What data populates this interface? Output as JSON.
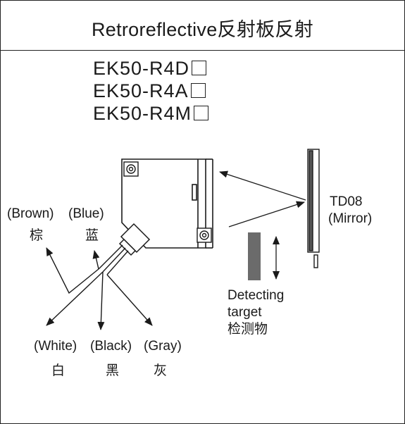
{
  "title": "Retroreflective反射板反射",
  "models": [
    "EK50-R4D",
    "EK50-R4A",
    "EK50-R4M"
  ],
  "wires": {
    "brown_en": "(Brown)",
    "blue_en": "(Blue)",
    "brown_cn": "棕",
    "blue_cn": "蓝",
    "white_en": "(White)",
    "black_en": "(Black)",
    "gray_en": "(Gray)",
    "white_cn": "白",
    "black_cn": "黑",
    "gray_cn": "灰"
  },
  "reflector": {
    "model": "TD08",
    "desc": "(Mirror)"
  },
  "target": {
    "line1": "Detecting",
    "line2": "target",
    "cn": "检测物"
  }
}
